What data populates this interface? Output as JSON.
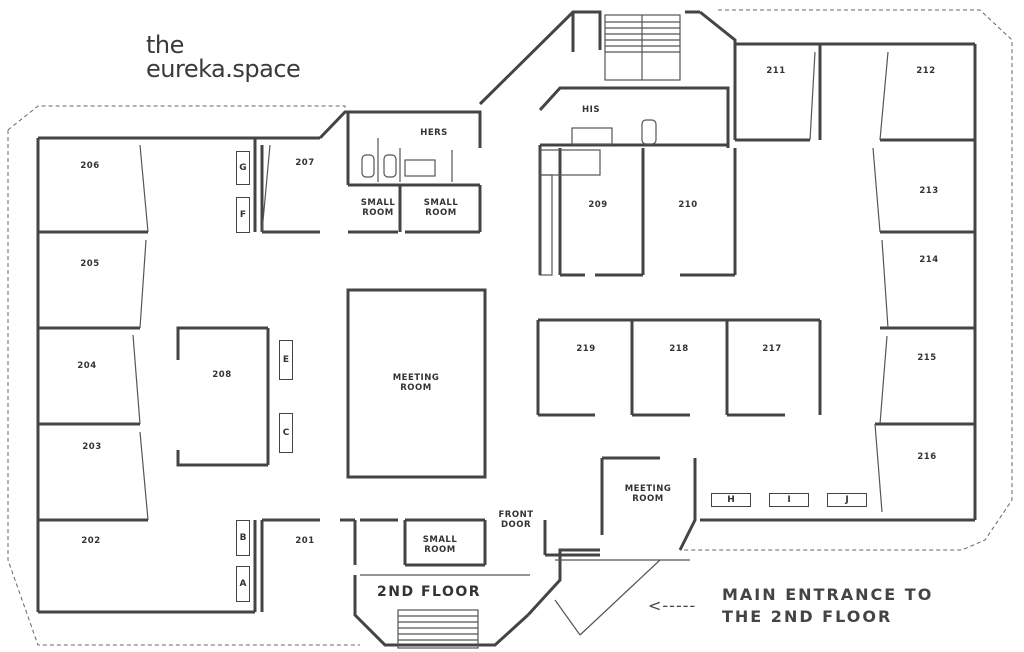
{
  "brand": {
    "line1": "the",
    "line2": "eureka.space"
  },
  "floor_label": "2ND FLOOR",
  "entrance": {
    "arrow": "<-----",
    "line1": "MAIN ENTRANCE TO",
    "line2": "THE 2ND FLOOR"
  },
  "rooms": {
    "r201": "201",
    "r202": "202",
    "r203": "203",
    "r204": "204",
    "r205": "205",
    "r206": "206",
    "r207": "207",
    "r208": "208",
    "r209": "209",
    "r210": "210",
    "r211": "211",
    "r212": "212",
    "r213": "213",
    "r214": "214",
    "r215": "215",
    "r216": "216",
    "r217": "217",
    "r218": "218",
    "r219": "219"
  },
  "meeting_room_main": {
    "line1": "MEETING",
    "line2": "ROOM"
  },
  "meeting_room_small": {
    "line1": "MEETING",
    "line2": "ROOM"
  },
  "small_room_1": {
    "line1": "SMALL",
    "line2": "ROOM"
  },
  "small_room_2": {
    "line1": "SMALL",
    "line2": "ROOM"
  },
  "small_room_3": {
    "line1": "SMALL",
    "line2": "ROOM"
  },
  "front_door": {
    "line1": "FRONT",
    "line2": "DOOR"
  },
  "restroom_hers": "HERS",
  "restroom_his": "HIS",
  "lockers": {
    "A": "A",
    "B": "B",
    "C": "C",
    "E": "E",
    "F": "F",
    "G": "G",
    "H": "H",
    "I": "I",
    "J": "J"
  }
}
